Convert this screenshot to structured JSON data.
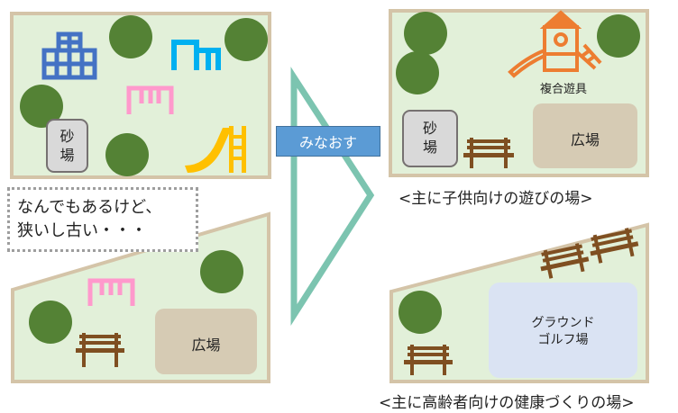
{
  "labels": {
    "sand_left": [
      "砂",
      "場"
    ],
    "sand_right": [
      "砂",
      "場"
    ],
    "hiroba_left": "広場",
    "hiroba_right": "広場",
    "combo": "複合遊具",
    "golf": [
      "グラウンド",
      "ゴルフ場"
    ],
    "caption_kids": "<主に子供向けの遊びの場>",
    "caption_elderly": "<主に高齢者向けの健康づくりの場>"
  },
  "note_lines": [
    "なんでもあるけど、",
    "狭いし古い・・・"
  ],
  "button_label": "みなおす",
  "colors": {
    "park": "#e2f0d9",
    "border": "#d4c4a8",
    "tree": "#548235",
    "sand": "#d9d9d9",
    "hiroba": "#d6cbb4",
    "golf": "#dae3f3",
    "arrow": "#7cc4b0",
    "button": "#5b9bd5",
    "jungle_gym": "#4472c4",
    "monkey_bars": "#00b0f0",
    "swing": "#ff99cc",
    "slide": "#ffc000",
    "combo_play": "#ed7d31",
    "bench": "#7f4f21"
  }
}
